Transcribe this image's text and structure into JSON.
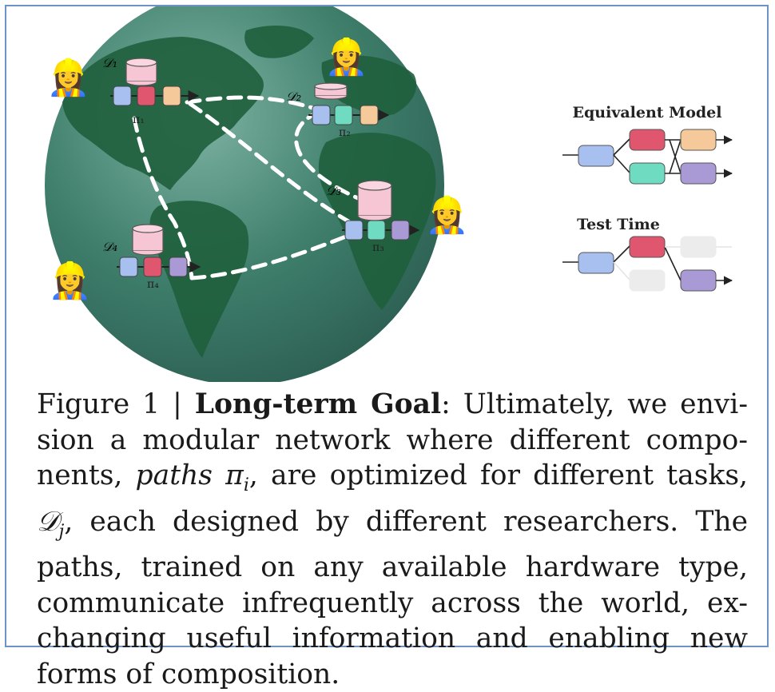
{
  "figure": {
    "worker_emoji": "👷‍♀️",
    "nodes": [
      {
        "dataset_label": "𝒟₁",
        "path_label": "π₁"
      },
      {
        "dataset_label": "𝒟₂",
        "path_label": "π₂"
      },
      {
        "dataset_label": "𝒟₃",
        "path_label": "π₃"
      },
      {
        "dataset_label": "𝒟₄",
        "path_label": "π₄"
      }
    ],
    "equivalent_model_title": "Equivalent Model",
    "test_time_title": "Test Time",
    "colors": {
      "globe_ocean": "#3f7f6c",
      "globe_land": "#1f5f3c",
      "dashed_link": "#ffffff",
      "blue_block": "#a8c0f0",
      "red_block": "#e0566e",
      "green_block": "#6fdcc2",
      "orange_block": "#f5c99a",
      "purple_block": "#a99ad6",
      "pink_cylinder": "#f7c6d4",
      "disabled_block": "#ececec",
      "frame_border": "#6d93c4"
    }
  },
  "caption": {
    "prefix": "Figure 1 | ",
    "title": "Long-term Goal",
    "p1": ": Ultimately, we envi-sion a modular network where different compo-nents, ",
    "paths_word": "paths",
    "pi_symbol": "π",
    "pi_sub": "i",
    "p2": ", are optimized for different tasks, ",
    "d_symbol": "𝒟",
    "d_sub": "j",
    "p3": ", each designed by different researchers. The paths, trained on any available hardware type, communicate infrequently across the world, ex-changing useful information and enabling new forms of composition."
  }
}
